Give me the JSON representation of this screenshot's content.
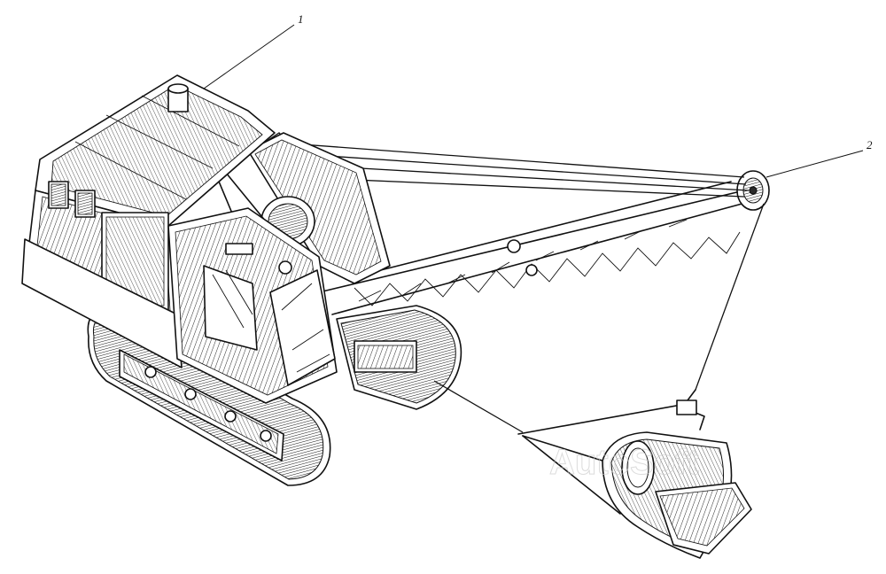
{
  "figure": {
    "callouts": [
      {
        "label": "1",
        "part": "cab"
      },
      {
        "label": "2",
        "part": "boom-pulley"
      }
    ],
    "watermark": "AutoSoft"
  }
}
